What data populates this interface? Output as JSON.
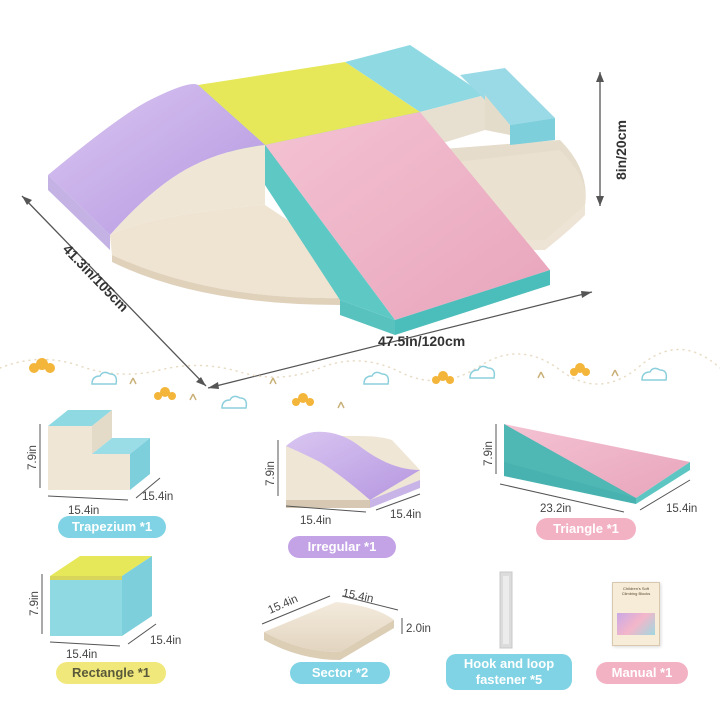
{
  "main_dimensions": {
    "depth": "41.3in/105cm",
    "width": "47.5in/120cm",
    "height": "8in/20cm"
  },
  "pieces": {
    "trapezium": {
      "label": "Trapezium *1",
      "height": "7.9in",
      "width": "15.4in",
      "depth": "15.4in"
    },
    "irregular": {
      "label": "Irregular *1",
      "height": "7.9in",
      "width": "15.4in",
      "depth": "15.4in"
    },
    "triangle": {
      "label": "Triangle *1",
      "height": "7.9in",
      "width": "23.2in",
      "depth": "15.4in"
    },
    "rectangle": {
      "label": "Rectangle *1",
      "height": "7.9in",
      "width": "15.4in",
      "depth": "15.4in"
    },
    "sector": {
      "label": "Sector *2",
      "side_a": "15.4in",
      "side_b": "15.4in",
      "thickness": "2.0in"
    },
    "fastener": {
      "label_line1": "Hook and loop",
      "label_line2": "fastener *5"
    },
    "manual": {
      "label": "Manual *1",
      "cover_title": "Children's Soft Climbing Blocks"
    }
  },
  "colors": {
    "purple": "#c8aee8",
    "yellow": "#e6e85a",
    "blue": "#8fd9e3",
    "pink": "#eeb1c6",
    "teal": "#4fbfbd",
    "cream": "#efe4d4",
    "label_blue": "#7fd3e4",
    "label_purple": "#c3a3e6",
    "label_pink": "#f3b2c4",
    "label_yellow": "#f1e87b"
  }
}
